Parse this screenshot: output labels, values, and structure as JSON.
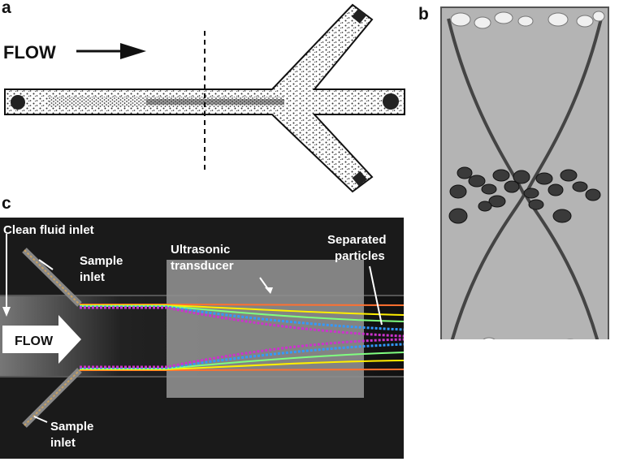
{
  "panels": {
    "a": {
      "label": "a",
      "flow_text": "FLOW"
    },
    "b": {
      "label": "b"
    },
    "c": {
      "label": "c",
      "clean_fluid_inlet": "Clean fluid inlet",
      "sample_inlet_top_1": "Sample",
      "sample_inlet_top_2": "inlet",
      "sample_inlet_bottom_1": "Sample",
      "sample_inlet_bottom_2": "inlet",
      "transducer_1": "Ultrasonic",
      "transducer_2": "transducer",
      "separated_1": "Separated",
      "separated_2": "particles",
      "flow_text": "FLOW"
    }
  },
  "colors": {
    "panel_c_background": "#1a1a1a",
    "transducer": "#8f8f8f",
    "panel_b_background": "#b4b4b4",
    "stream_colors": [
      "#ff7030",
      "#ffee00",
      "#80ff80",
      "#3399ff",
      "#cc33cc"
    ]
  }
}
